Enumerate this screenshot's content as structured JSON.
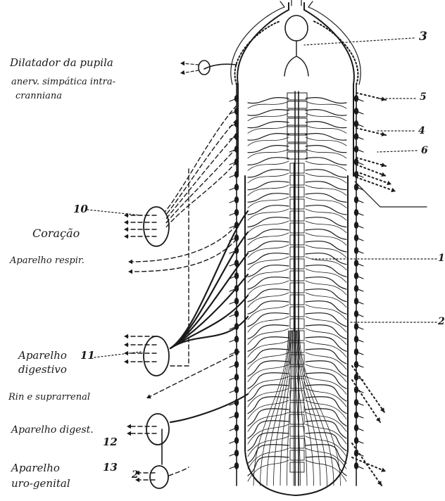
{
  "colors": {
    "ink": "#1a1a1a",
    "paper": "#ffffff"
  },
  "left_labels": {
    "dilatador": "Dilatador da pupila",
    "nerv_simpatica": "anerv. simpática intra-",
    "cranniana": "cranniana",
    "n10": "10",
    "coracao": "Coração",
    "respir": "Aparelho respir.",
    "digest_a": "Aparelho",
    "n11": "11",
    "digest_b": "digestivo",
    "rin": "Rin e suprarrenal",
    "digest2": "Aparelho digest.",
    "n12": "12",
    "uro_a": "Aparelho",
    "n13": "13",
    "uro_b": "uro-genital",
    "n2": "2"
  },
  "right_labels": {
    "n3": "3",
    "n5": "5",
    "n4": "4",
    "n6": "6",
    "n1": "1",
    "n2": "2"
  }
}
